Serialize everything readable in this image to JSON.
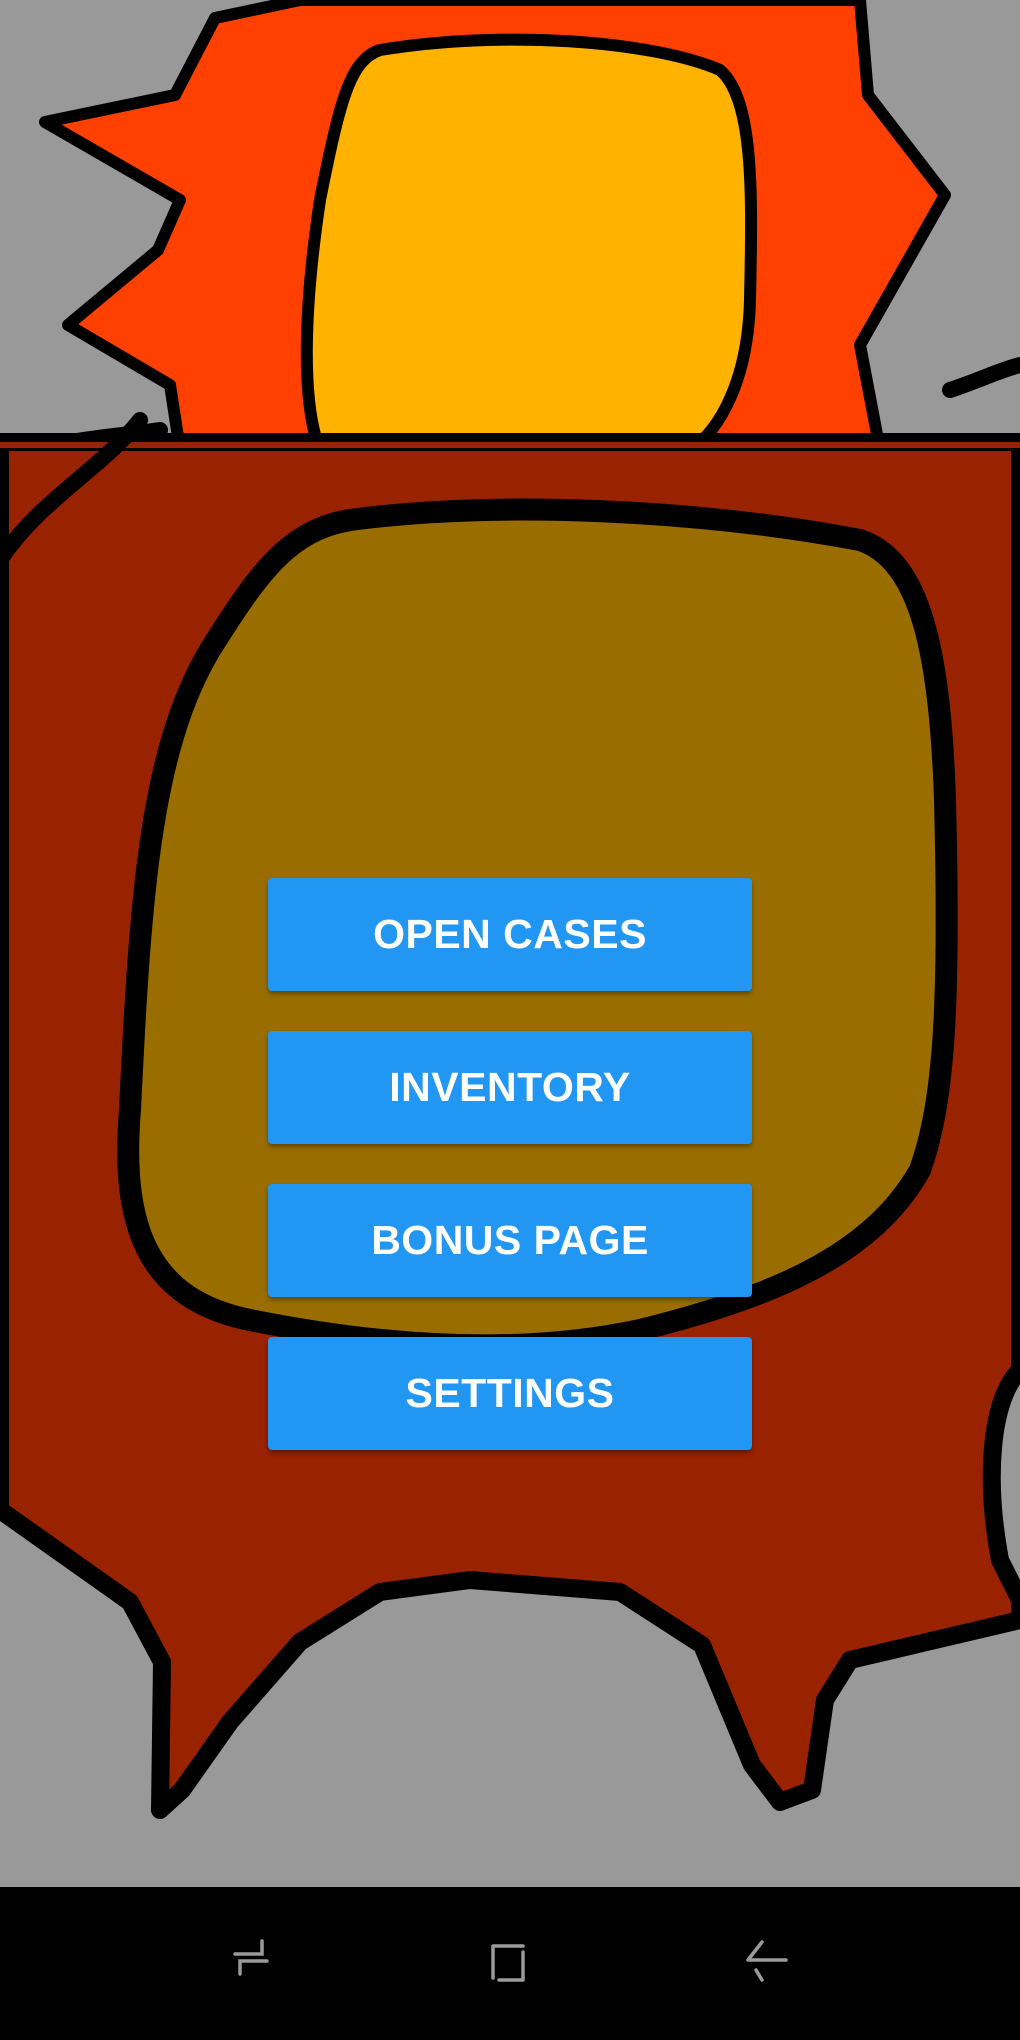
{
  "menu": {
    "buttons": [
      {
        "label": "OPEN CASES"
      },
      {
        "label": "INVENTORY"
      },
      {
        "label": "BONUS PAGE"
      },
      {
        "label": "SETTINGS"
      }
    ]
  },
  "navbar": {
    "icons": [
      "recent-apps-icon",
      "home-icon",
      "back-icon"
    ]
  },
  "colors": {
    "button": "#2196F3",
    "background_gray": "#999999",
    "splat_orange": "#FF4000",
    "blob_yellow": "#FFB300",
    "splat_dark_red": "#992200",
    "blob_dark_brown": "#996D00"
  }
}
